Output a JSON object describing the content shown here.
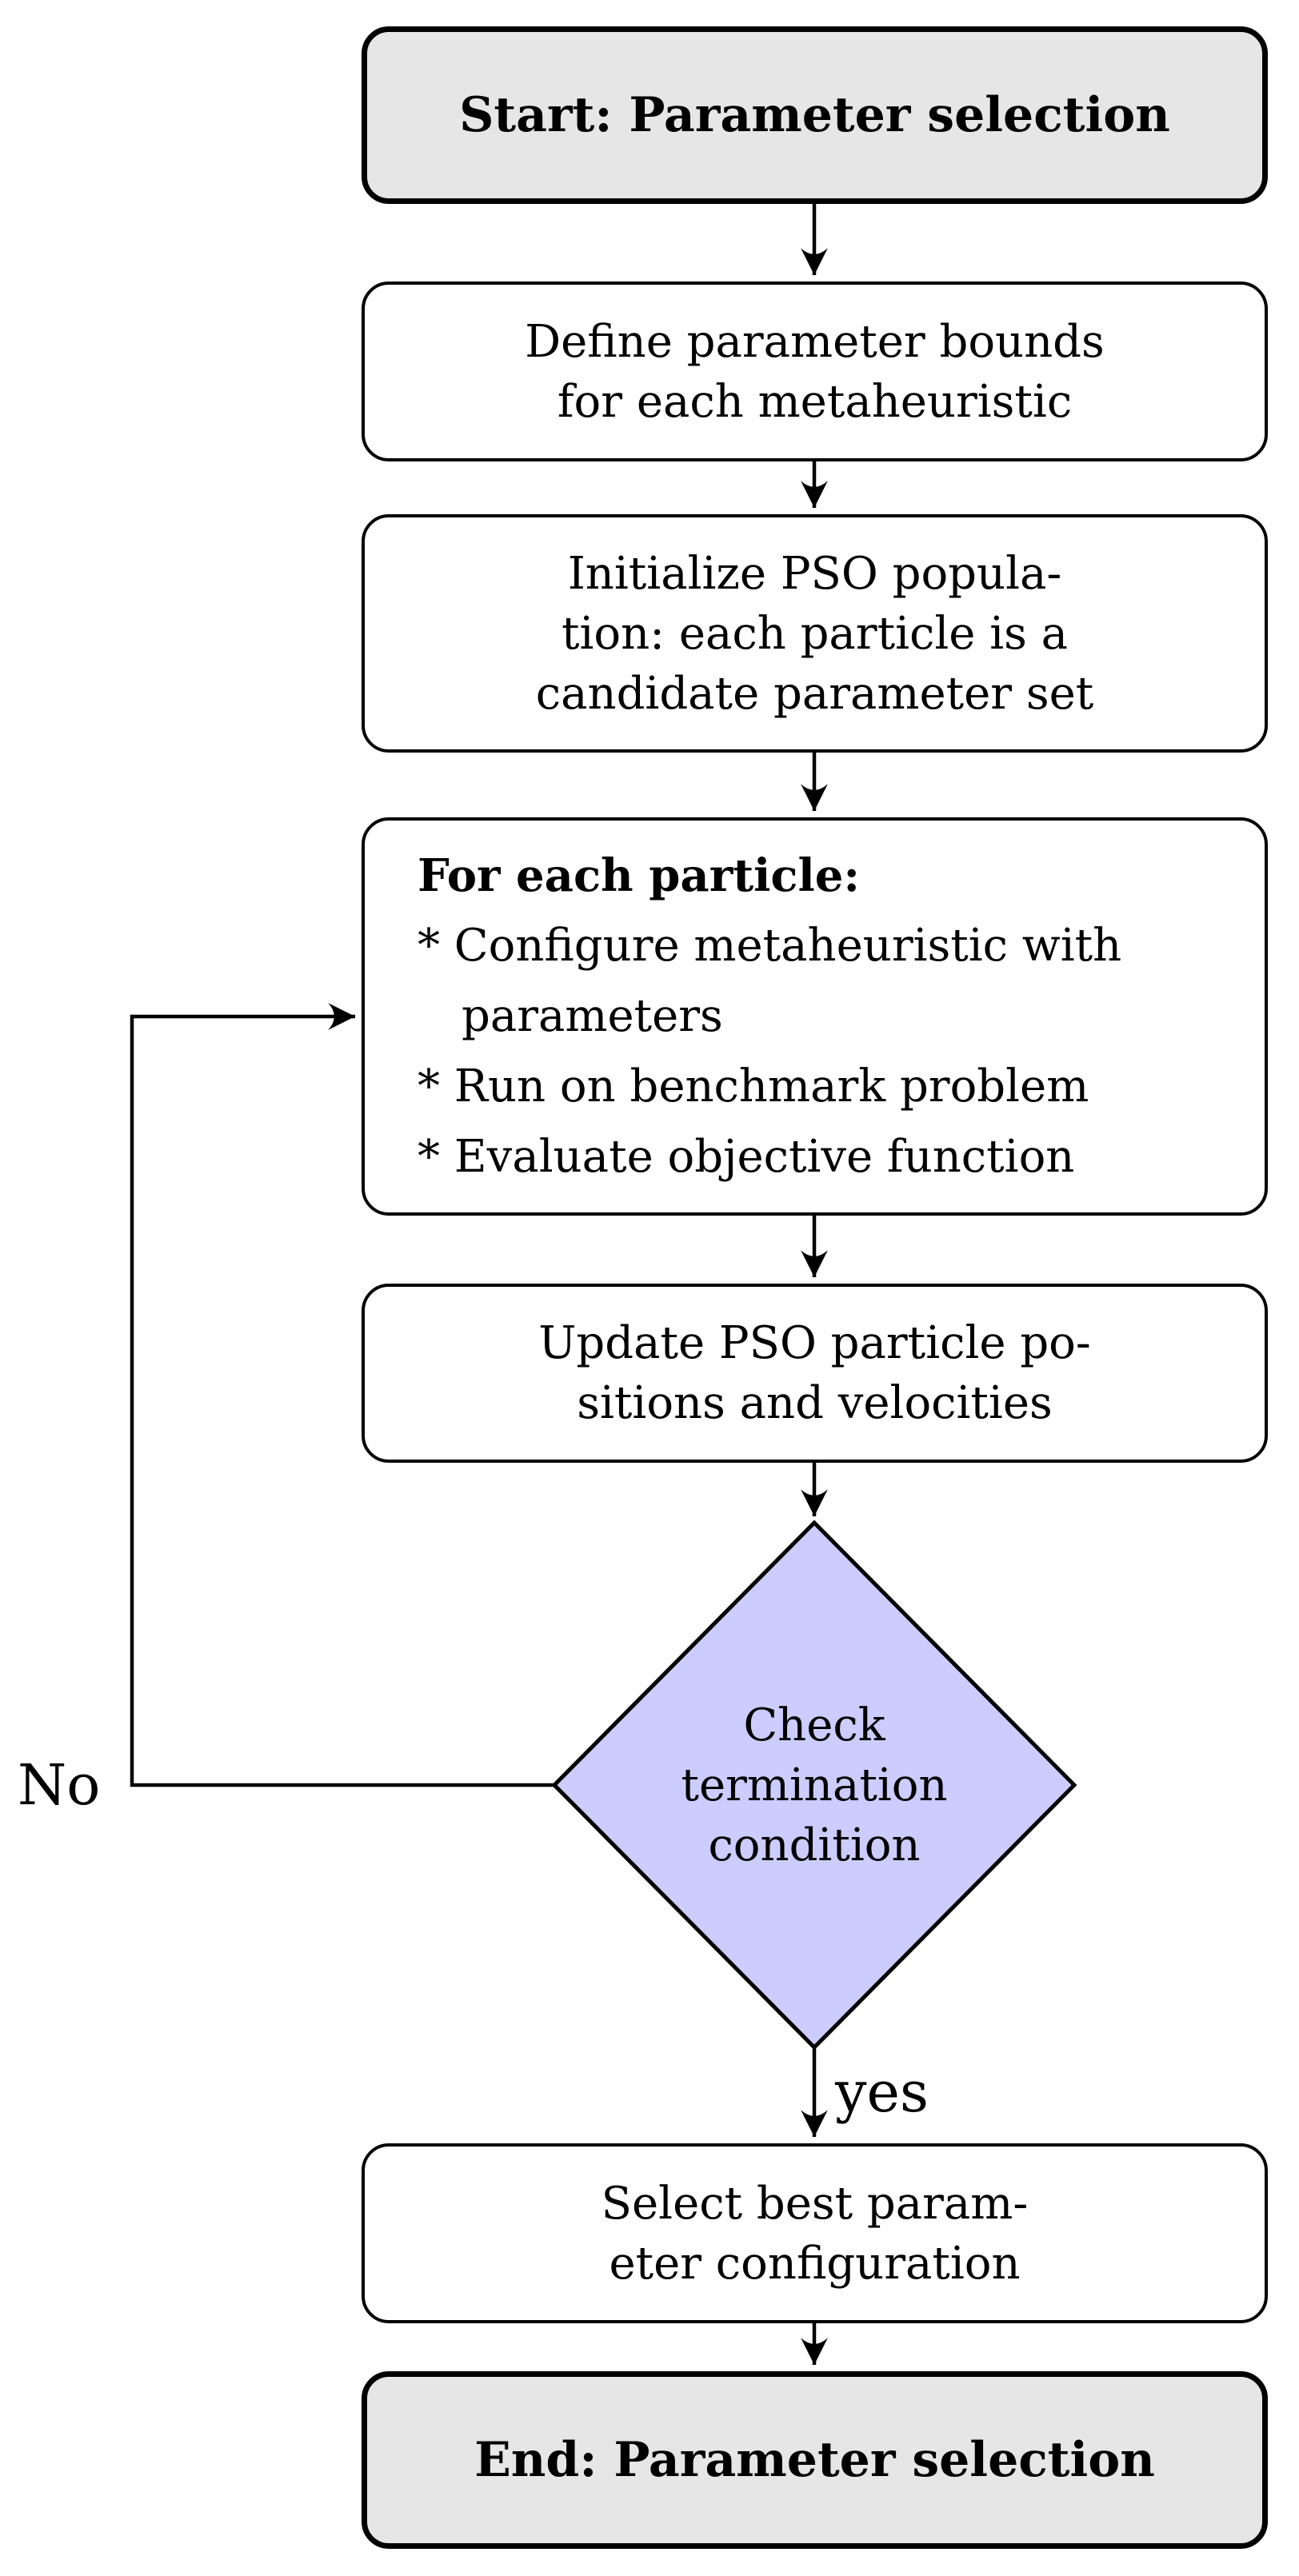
{
  "diagram": {
    "title_semantic": "PSO-based parameter selection flowchart",
    "colors": {
      "background": "#ffffff",
      "terminal_fill": "#e6e6e6",
      "process_fill": "#ffffff",
      "decision_fill": "#ccccff",
      "line": "#000000"
    },
    "nodes": {
      "start": {
        "label": "Start: Parameter selection"
      },
      "define_bounds": {
        "lines": [
          "Define parameter bounds",
          "for each metaheuristic"
        ]
      },
      "init_pso": {
        "lines": [
          "Initialize PSO popula-",
          "tion: each particle is a",
          "candidate parameter set"
        ]
      },
      "for_each_particle": {
        "lines": [
          "For each particle:",
          "* Configure metaheuristic with",
          "parameters",
          "* Run on benchmark problem",
          "* Evaluate objective function"
        ]
      },
      "update_pso": {
        "lines": [
          "Update PSO particle po-",
          "sitions and velocities"
        ]
      },
      "check_termination": {
        "lines": [
          "Check",
          "termination",
          "condition"
        ]
      },
      "select_best": {
        "lines": [
          "Select best param-",
          "eter configuration"
        ]
      },
      "end": {
        "label": "End: Parameter selection"
      }
    },
    "edge_labels": {
      "no": "No",
      "yes": "yes"
    }
  }
}
